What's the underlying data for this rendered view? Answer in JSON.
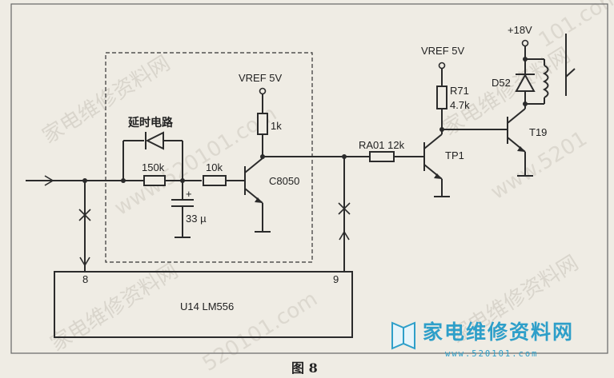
{
  "labels": {
    "vref_mid": "VREF 5V",
    "vref_right": "VREF 5V",
    "v18": "+18V",
    "r_1k": "1k",
    "delay_circuit": "延时电路",
    "r_150k": "150k",
    "r_10k": "10k",
    "q_c8050": "C8050",
    "cap_33": "33 µ",
    "ra01": "RA01 12k",
    "tp1": "TP1",
    "r71": "R71",
    "r71_val": "4.7k",
    "d52": "D52",
    "t19": "T19",
    "pin8": "8",
    "pin9": "9",
    "ic": "U14 LM556"
  },
  "caption": "图 8",
  "logo": {
    "cn": "家电维修资料网",
    "url": "www.520101.com"
  },
  "watermarks": [
    "家电维修资料网",
    "www.520101.com",
    "家电维修资料网",
    "www.5201",
    "520101.com",
    "家电维修资料网",
    "家电维修资料网",
    "101.com"
  ]
}
